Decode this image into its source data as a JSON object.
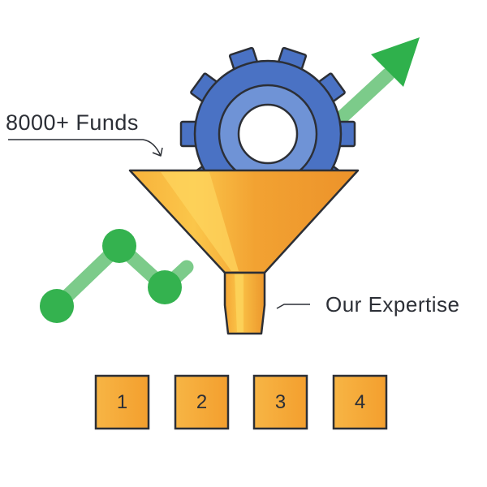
{
  "labels": {
    "funds": "8000+ Funds",
    "expertise": "Our Expertise"
  },
  "boxes": [
    "1",
    "2",
    "3",
    "4"
  ],
  "colors": {
    "trend_line": "#7ccb8a",
    "trend_dot": "#34b24f",
    "arrow": "#2fb14c",
    "gear_outer": "#4a72c4",
    "gear_inner": "#6f93d6",
    "funnel_light": "#f9c446",
    "funnel_dark": "#ef9a2a",
    "box_fill": "#f6ae3c",
    "outline": "#2c2f36"
  }
}
